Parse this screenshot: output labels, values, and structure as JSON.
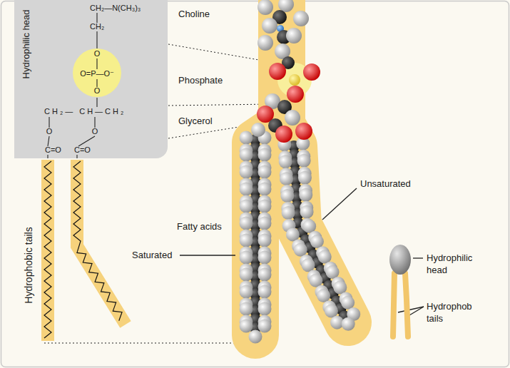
{
  "diagram": {
    "nodes": [
      {
        "text": [
          "Hydrophilic head",
          "CH₂—N(CH₃)₃",
          "CH₂",
          "CH₂— CH—CH₂",
          "O",
          "O",
          "C=O",
          "C=O"
        ]
      },
      {
        "text": [
          "O",
          "O=P—O⁻",
          "O"
        ],
        "in": 0
      }
    ],
    "labels": [
      "Choline",
      "Phosphate",
      "Glycerol",
      "Unsaturated",
      "Fatty acids",
      "Saturated",
      "Hydrophobic tails",
      "Hydrophilic head",
      "Hydrophob tails"
    ]
  }
}
